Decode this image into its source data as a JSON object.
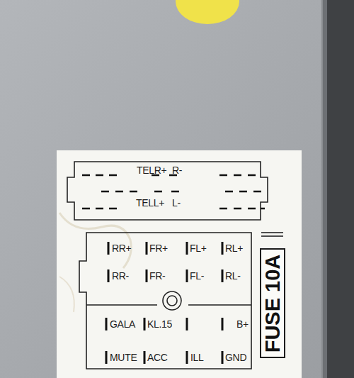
{
  "diagram": {
    "nodes": [
      {
        "text": [
          "FUSE 10A"
        ]
      }
    ],
    "labels": [
      "TELR+",
      "R-",
      "TELL+",
      "L-",
      "RR+",
      "FR+",
      "FL+",
      "RL+",
      "RR-",
      "FR-",
      "FL-",
      "RL-",
      "GALA",
      "KL.15",
      "B+",
      "MUTE",
      "ACC",
      "ILL",
      "GND"
    ]
  }
}
